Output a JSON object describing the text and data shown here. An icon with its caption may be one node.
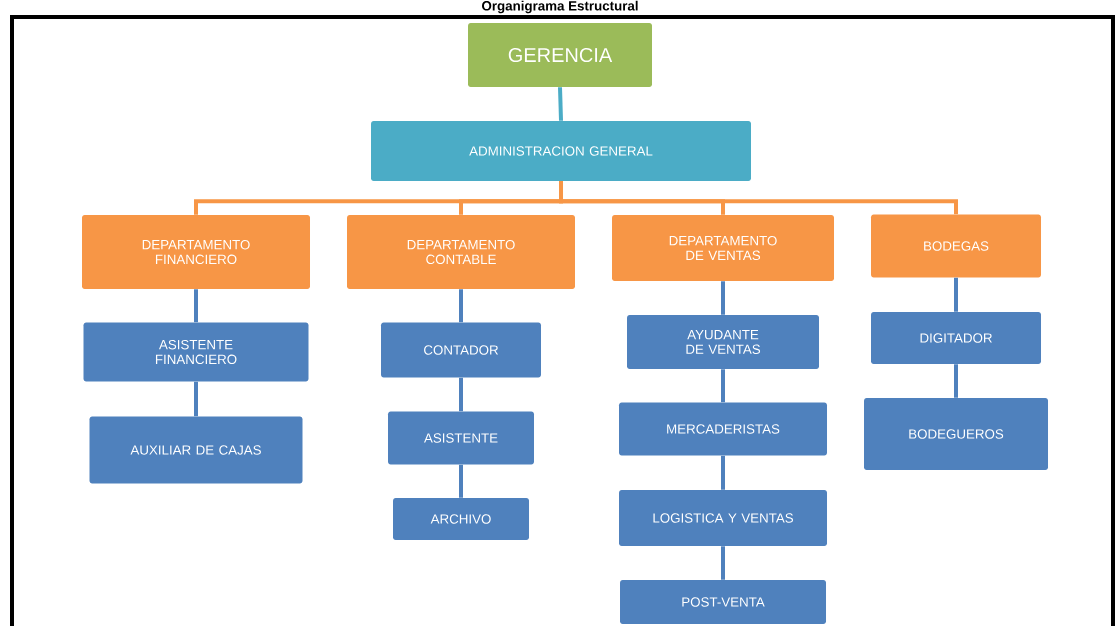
{
  "diagram": {
    "title": "Organigrama Estructural",
    "nodes": [
      {
        "text": [
          "GERENCIA"
        ]
      },
      {
        "text": [
          "ADMINISTRACION GENERAL"
        ]
      },
      {
        "text": [
          "DEPARTAMENTO FINANCIERO"
        ]
      },
      {
        "text": [
          "DEPARTAMENTO CONTABLE"
        ]
      },
      {
        "text": [
          "DEPARTAMENTO DE VENTAS"
        ]
      },
      {
        "text": [
          "BODEGAS"
        ]
      },
      {
        "text": [
          "ASISTENTE FINANCIERO"
        ]
      },
      {
        "text": [
          "AUXILIAR DE CAJAS"
        ]
      },
      {
        "text": [
          "CONTADOR"
        ]
      },
      {
        "text": [
          "ASISTENTE"
        ]
      },
      {
        "text": [
          "ARCHIVO"
        ]
      },
      {
        "text": [
          "AYUDANTE DE VENTAS"
        ]
      },
      {
        "text": [
          "MERCADERISTAS"
        ]
      },
      {
        "text": [
          "LOGISTICA Y VENTAS"
        ]
      },
      {
        "text": [
          "POST-VENTA"
        ]
      },
      {
        "text": [
          "DIGITADOR"
        ]
      },
      {
        "text": [
          "BODEGUEROS"
        ]
      }
    ],
    "edges": [
      {
        "from": 0,
        "to": 1,
        "arrow": "none",
        "color": "#4bacc6"
      },
      {
        "from": 1,
        "to": 2,
        "arrow": "none",
        "color": "#f79646"
      },
      {
        "from": 1,
        "to": 3,
        "arrow": "none",
        "color": "#f79646"
      },
      {
        "from": 1,
        "to": 4,
        "arrow": "none",
        "color": "#f79646"
      },
      {
        "from": 1,
        "to": 5,
        "arrow": "none",
        "color": "#f79646"
      },
      {
        "from": 2,
        "to": 6,
        "arrow": "none"
      },
      {
        "from": 6,
        "to": 7,
        "arrow": "none"
      },
      {
        "from": 3,
        "to": 8,
        "arrow": "none"
      },
      {
        "from": 8,
        "to": 9,
        "arrow": "none"
      },
      {
        "from": 9,
        "to": 10,
        "arrow": "none"
      },
      {
        "from": 4,
        "to": 11,
        "arrow": "none"
      },
      {
        "from": 11,
        "to": 12,
        "arrow": "none"
      },
      {
        "from": 12,
        "to": 13,
        "arrow": "none"
      },
      {
        "from": 13,
        "to": 14,
        "arrow": "none"
      },
      {
        "from": 5,
        "to": 15,
        "arrow": "none"
      },
      {
        "from": 15,
        "to": 16,
        "arrow": "none"
      }
    ]
  }
}
